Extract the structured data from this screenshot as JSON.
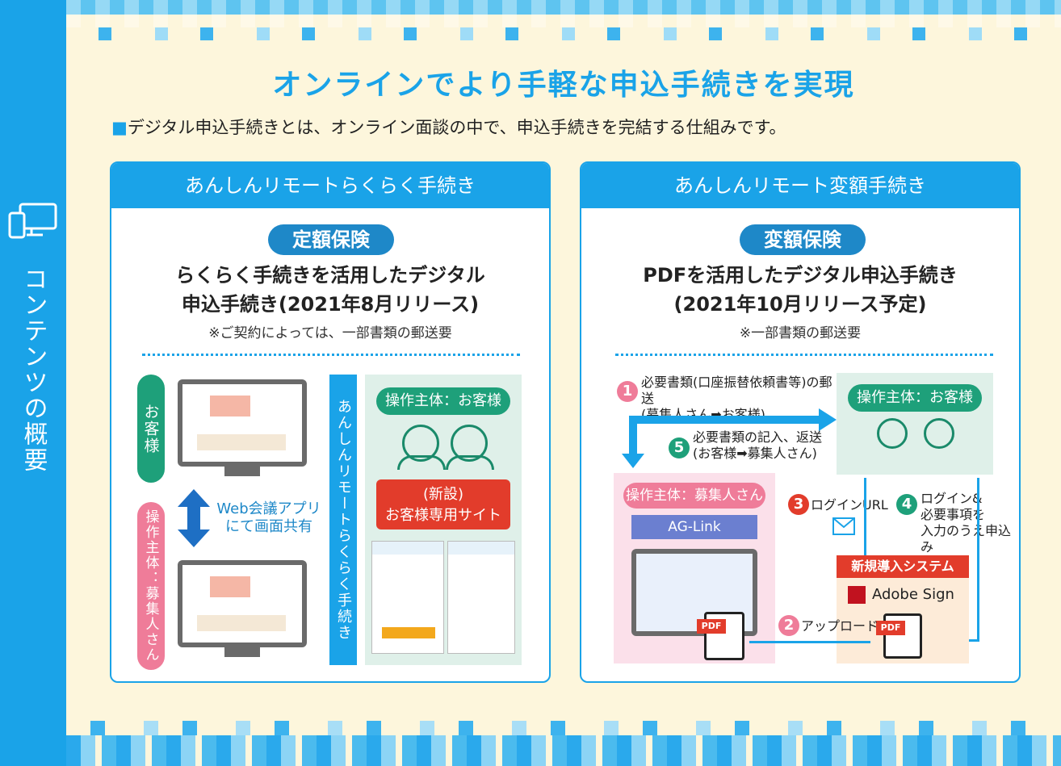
{
  "sidebar": {
    "title": "コンテンツの概要",
    "icon": "devices-icon"
  },
  "main": {
    "title": "オンラインでより手軽な申込手続きを実現",
    "lead_mark": "■",
    "lead": "デジタル申込手続きとは、オンライン面談の中で、申込手続きを完結する仕組みです。"
  },
  "left": {
    "header": "あんしんリモートらくらく手続き",
    "pill": "定額保険",
    "heading1": "らくらく手続きを活用したデジタル",
    "heading2": "申込手続き(2021年8月リリース)",
    "note": "※ご契約によっては、一部書類の郵送要",
    "customer_label": "お客様",
    "agent_label": "操作主体：募集人さん",
    "web_conf": "Web会議アプリ",
    "web_conf2": "にて画面共有",
    "vertical": "あんしんリモートらくらく手続き",
    "actor": "操作主体：お客様",
    "site1": "(新設)",
    "site2": "お客様専用サイト"
  },
  "right": {
    "header": "あんしんリモート変額手続き",
    "pill": "変額保険",
    "heading1": "PDFを活用したデジタル申込手続き",
    "heading2": "(2021年10月リリース予定)",
    "note": "※一部書類の郵送要",
    "step1": "必要書類(口座振替依頼書等)の郵送",
    "step1b": "(募集人さん➡お客様)",
    "step5": "必要書類の記入、返送",
    "step5b": "(お客様➡募集人さん)",
    "actor_customer": "操作主体：お客様",
    "actor_agent": "操作主体：募集人さん",
    "aglink": "AG-Link",
    "step3": "ログインURL",
    "step4a": "ログイン&",
    "step4b": "必要事項を",
    "step4c": "入力のうえ申込み",
    "new_system": "新規導入システム",
    "adobe": "Adobe Sign",
    "step2": "アップロード",
    "pdf": "PDF",
    "n1": "1",
    "n2": "2",
    "n3": "3",
    "n4": "4",
    "n5": "5"
  }
}
